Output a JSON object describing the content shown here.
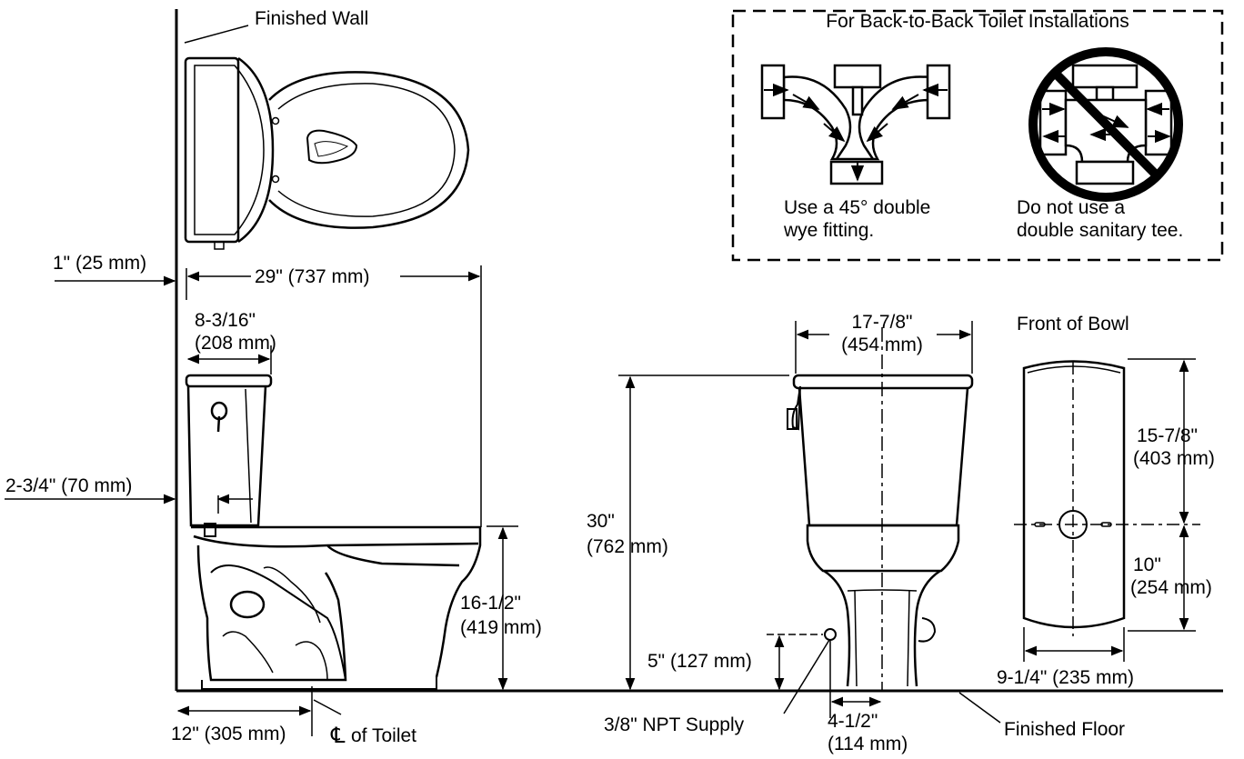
{
  "labels": {
    "finished_wall": "Finished Wall",
    "back_to_back_title": "For Back-to-Back Toilet Installations",
    "wye_caption_1": "Use a 45° double",
    "wye_caption_2": "wye fitting.",
    "tee_caption_1": "Do not use a",
    "tee_caption_2": "double sanitary tee.",
    "dim_1in": "1\" (25 mm)",
    "dim_29in": "29\" (737 mm)",
    "dim_8_3_16_a": "8-3/16\"",
    "dim_8_3_16_b": "(208 mm)",
    "dim_2_3_4": "2-3/4\" (70 mm)",
    "dim_12in": "12\" (305 mm)",
    "cl_symbol": "℄",
    "cl_of_toilet": "of Toilet",
    "dim_17_7_8_a": "17-7/8\"",
    "dim_17_7_8_b": "(454 mm)",
    "dim_30_a": "30\"",
    "dim_30_b": "(762 mm)",
    "dim_16_1_2_a": "16-1/2\"",
    "dim_16_1_2_b": "(419 mm)",
    "dim_5in": "5\" (127 mm)",
    "npt_supply": "3/8\" NPT Supply",
    "dim_4_1_2_a": "4-1/2\"",
    "dim_4_1_2_b": "(114 mm)",
    "finished_floor": "Finished Floor",
    "front_of_bowl": "Front of Bowl",
    "dim_15_7_8_a": "15-7/8\"",
    "dim_15_7_8_b": "(403 mm)",
    "dim_10_a": "10\"",
    "dim_10_b": "(254 mm)",
    "dim_9_1_4": "9-1/4\" (235 mm)"
  },
  "icons": {
    "prohibited": "prohibited-circle-icon",
    "arrow": "arrow-icon"
  },
  "colors": {
    "line": "#000000",
    "background": "#ffffff"
  }
}
